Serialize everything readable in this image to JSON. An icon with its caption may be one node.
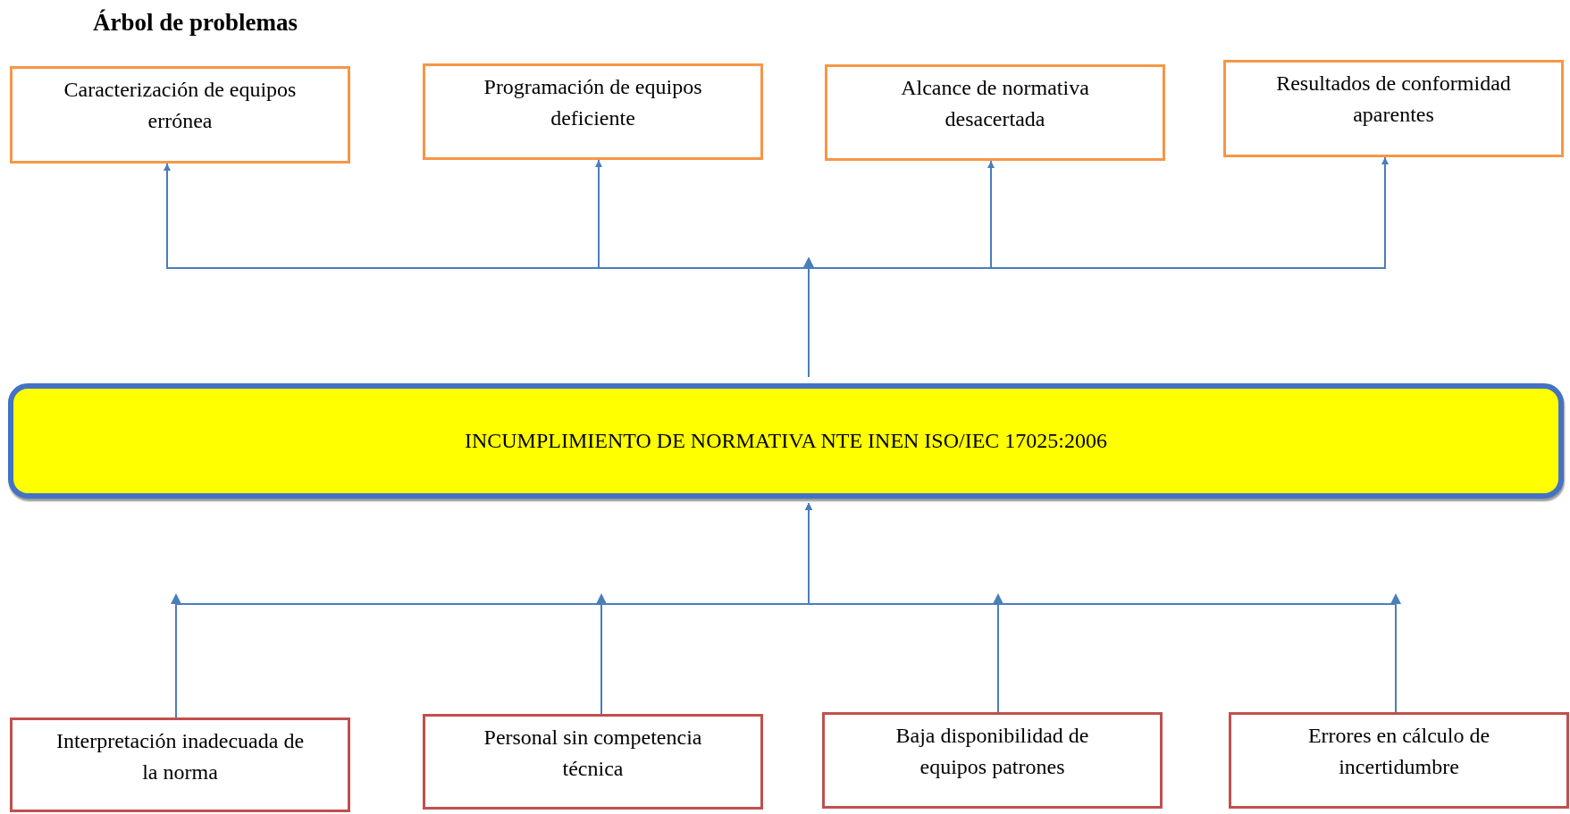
{
  "diagram": {
    "title": "Árbol de problemas",
    "nodes": [
      {
        "text": [
          "Caracterización de equipos errónea"
        ]
      },
      {
        "text": [
          "Programación de equipos deficiente"
        ]
      },
      {
        "text": [
          "Alcance de normativa desacertada"
        ]
      },
      {
        "text": [
          "Resultados de conformidad aparentes"
        ]
      },
      {
        "text": [
          "INCUMPLIMIENTO DE NORMATIVA NTE INEN ISO/IEC 17025:2006"
        ]
      },
      {
        "text": [
          "Interpretación inadecuada de la norma"
        ]
      },
      {
        "text": [
          "Personal sin competencia técnica"
        ]
      },
      {
        "text": [
          "Baja disponibilidad de equipos patrones"
        ]
      },
      {
        "text": [
          "Errores en cálculo de incertidumbre"
        ]
      }
    ],
    "edges": [
      {
        "from": 4,
        "to": 0,
        "arrow": "to"
      },
      {
        "from": 4,
        "to": 1,
        "arrow": "to"
      },
      {
        "from": 4,
        "to": 2,
        "arrow": "to"
      },
      {
        "from": 4,
        "to": 3,
        "arrow": "to"
      },
      {
        "from": 5,
        "to": 4,
        "arrow": "to"
      },
      {
        "from": 6,
        "to": 4,
        "arrow": "to"
      },
      {
        "from": 7,
        "to": 4,
        "arrow": "to"
      },
      {
        "from": 8,
        "to": 4,
        "arrow": "to"
      }
    ]
  }
}
